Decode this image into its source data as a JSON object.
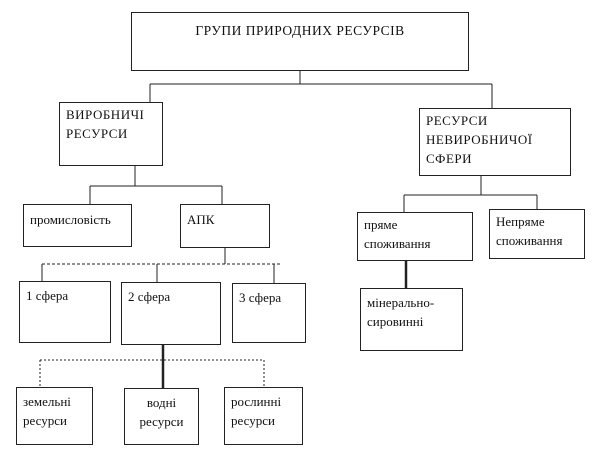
{
  "diagram": {
    "root": {
      "label": "ГРУПИ ПРИРОДНИХ РЕСУРСІВ"
    },
    "production": {
      "label": "ВИРОБНИЧІ\nРЕСУРСИ",
      "children": {
        "industry": {
          "label": "промисловість"
        },
        "apk": {
          "label": "АПК",
          "spheres": [
            {
              "label": "1 сфера"
            },
            {
              "label": "2 сфера"
            },
            {
              "label": "3 сфера"
            }
          ],
          "sphere2_children": [
            {
              "label": "земельні\nресурси"
            },
            {
              "label": "водні\nресурси"
            },
            {
              "label": "рослинні\nресурси"
            }
          ]
        }
      }
    },
    "nonproduction": {
      "label": "РЕСУРСИ\nНЕВИРОБНИЧОЇ\nСФЕРИ",
      "children": {
        "direct": {
          "label": "пряме\nспоживання",
          "children": [
            {
              "label": "мінерально-\nсировинні"
            }
          ]
        },
        "indirect": {
          "label": "Непряме\nспоживання"
        }
      }
    }
  }
}
